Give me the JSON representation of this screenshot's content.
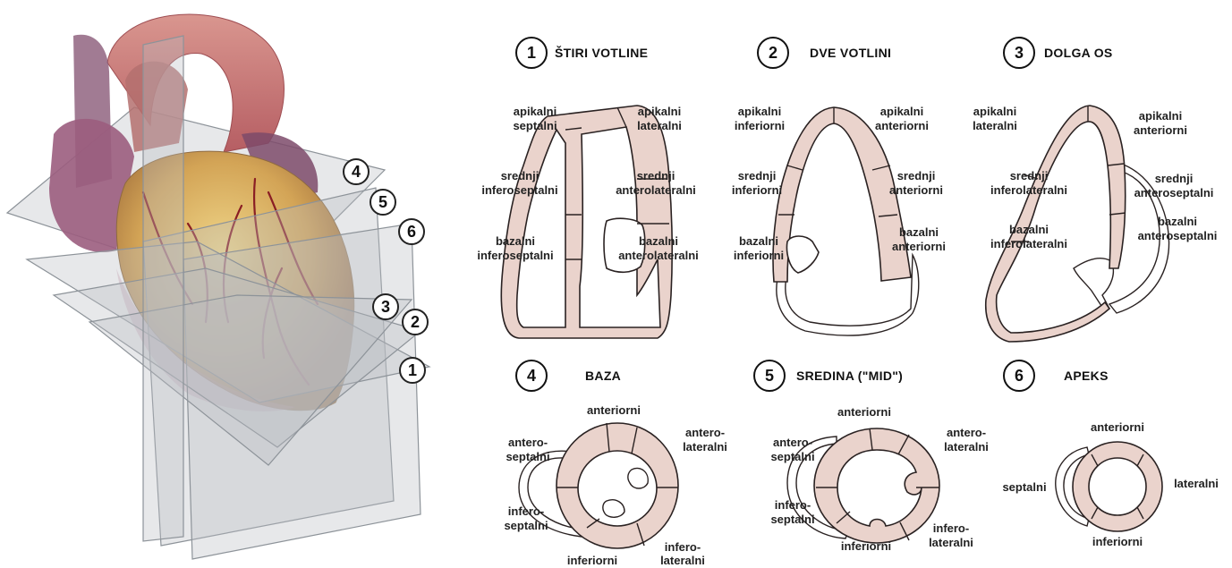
{
  "views": [
    {
      "number": "1",
      "title": "ŠTIRI VOTLINE"
    },
    {
      "number": "2",
      "title": "DVE VOTLINI"
    },
    {
      "number": "3",
      "title": "DOLGA OS"
    },
    {
      "number": "4",
      "title": "BAZA"
    },
    {
      "number": "5",
      "title": "SREDINA (\"MID\")"
    },
    {
      "number": "6",
      "title": "APEKS"
    }
  ],
  "plane_markers": [
    "1",
    "2",
    "3",
    "4",
    "5",
    "6"
  ],
  "labels": {
    "four_chamber": {
      "apical_septal": [
        "apikalni",
        "septalni"
      ],
      "apical_lateral": [
        "apikalni",
        "lateralni"
      ],
      "mid_inferoseptal": [
        "srednji",
        "inferoseptalni"
      ],
      "mid_anterolateral": [
        "srednji",
        "anterolateralni"
      ],
      "basal_inferoseptal": [
        "bazalni",
        "inferoseptalni"
      ],
      "basal_anterolateral": [
        "bazalni",
        "anterolateralni"
      ]
    },
    "two_chamber": {
      "apical_inferior": [
        "apikalni",
        "inferiorni"
      ],
      "apical_anterior": [
        "apikalni",
        "anteriorni"
      ],
      "mid_inferior": [
        "srednji",
        "inferiorni"
      ],
      "mid_anterior": [
        "srednji",
        "anteriorni"
      ],
      "basal_inferior": [
        "bazalni",
        "inferiorni"
      ],
      "basal_anterior": [
        "bazalni",
        "anteriorni"
      ]
    },
    "long_axis": {
      "apical_lateral": [
        "apikalni",
        "lateralni"
      ],
      "apical_anterior": [
        "apikalni",
        "anteriorni"
      ],
      "mid_inferolateral": [
        "srednji",
        "inferolateralni"
      ],
      "mid_anteroseptal": [
        "srednji",
        "anteroseptalni"
      ],
      "basal_inferolateral": [
        "bazalni",
        "inferolateralni"
      ],
      "basal_anteroseptal": [
        "bazalni",
        "anteroseptalni"
      ]
    },
    "base": {
      "anterior": [
        "anteriorni"
      ],
      "anterolateral": [
        "antero-",
        "lateralni"
      ],
      "anteroseptal": [
        "antero-",
        "septalni"
      ],
      "inferoseptal": [
        "infero-",
        "septalni"
      ],
      "inferior": [
        "inferiorni"
      ],
      "inferolateral": [
        "infero-",
        "lateralni"
      ]
    },
    "mid": {
      "anterior": [
        "anteriorni"
      ],
      "anterolateral": [
        "antero-",
        "lateralni"
      ],
      "anteroseptal": [
        "antero-",
        "septalni"
      ],
      "inferoseptal": [
        "infero-",
        "septalni"
      ],
      "inferior": [
        "inferiorni"
      ],
      "inferolateral": [
        "infero-",
        "lateralni"
      ]
    },
    "apex": {
      "anterior": [
        "anteriorni"
      ],
      "septal": [
        "septalni"
      ],
      "lateral": [
        "lateralni"
      ],
      "inferior": [
        "inferiorni"
      ]
    }
  },
  "colors": {
    "myocardium": "#ead3cc",
    "outline": "#2a2222",
    "heart_tissue": "#c9a35a",
    "vessel": "#8a1e24",
    "plane_glass": "#b9bec4"
  }
}
